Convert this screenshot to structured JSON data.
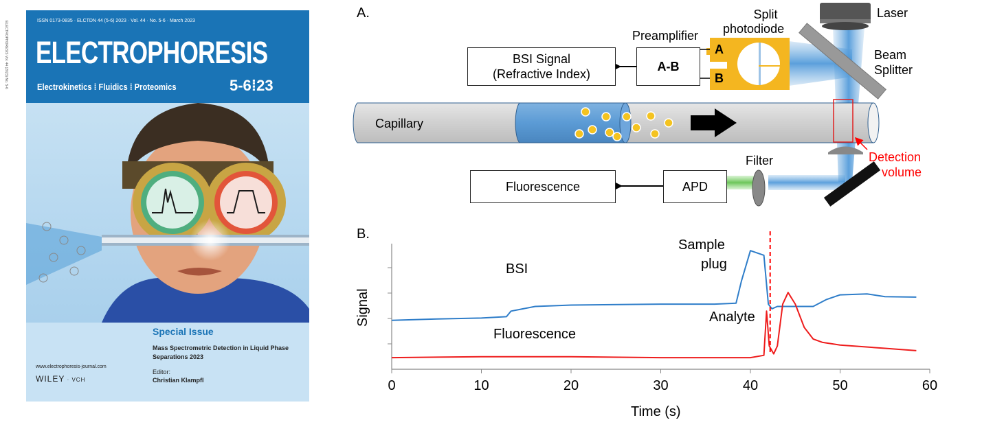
{
  "cover": {
    "issn": "ISSN 0173-0835 · ELCTDN 44 (5-6) 2023 · Vol. 44 · No. 5-6 · March 2023",
    "journal": "ELECTROPHORESIS",
    "topics": "Electrokinetics  ⁞  Fluidics  ⁞  Proteomics",
    "issue": "5-6⁞23",
    "special": "Special Issue",
    "subtitle": "Mass Spectrometric Detection in Liquid Phase Separations 2023",
    "url": "www.electrophoresis-journal.com",
    "publisher": "WILEY",
    "publisher_suffix": "VCH",
    "editor_label": "Editor:",
    "editor": "Christian Klampfl",
    "spine": "ELECTROPHORESIS  Vol. 44 (2023) No. 5-6"
  },
  "panel_a": {
    "label": "A.",
    "laser": "Laser",
    "split_photodiode_1": "Split",
    "split_photodiode_2": "photodiode",
    "preamplifier": "Preamplifier",
    "beam_splitter_1": "Beam",
    "beam_splitter_2": "Splitter",
    "bsi_box_1": "BSI Signal",
    "bsi_box_2": "(Refractive Index)",
    "ab_box": "A-B",
    "diode_a": "A",
    "diode_b": "B",
    "capillary": "Capillary",
    "detection_volume_1": "Detection",
    "detection_volume_2": "volume",
    "filter": "Filter",
    "fluorescence_box": "Fluorescence",
    "apd_box": "APD"
  },
  "panel_b": {
    "label": "B.",
    "ylabel": "Signal",
    "xlabel": "Time (s)",
    "bsi_label": "BSI",
    "sample_plug_1": "Sample",
    "sample_plug_2": "plug",
    "analyte_label": "Analyte",
    "fluorescence_label": "Fluorescence"
  },
  "colors": {
    "cover_blue": "#1a74b6",
    "diode_orange": "#f4b620",
    "capillary_blue": "#5b9bd5",
    "bsi_trace": "#2e7dc9",
    "fluorescence_trace": "#ee1c1c",
    "detection_red": "#ff0000"
  },
  "chart_data": {
    "type": "line",
    "xlabel": "Time (s)",
    "ylabel": "Signal",
    "xlim": [
      0,
      60
    ],
    "xticks": [
      0,
      10,
      20,
      30,
      40,
      50,
      60
    ],
    "marker_line_x": 42.2,
    "series": [
      {
        "name": "BSI",
        "x": [
          0,
          5,
          10,
          12.8,
          13.3,
          16,
          20,
          30,
          36,
          38.4,
          39,
          40,
          41.5,
          42,
          42.4,
          43,
          45,
          47,
          48.5,
          50,
          53,
          55,
          58.5
        ],
        "y": [
          0.75,
          0.78,
          0.8,
          0.83,
          0.95,
          1.05,
          1.08,
          1.1,
          1.1,
          1.12,
          1.6,
          2.25,
          2.15,
          1.1,
          1.0,
          1.05,
          1.05,
          1.05,
          1.2,
          1.3,
          1.32,
          1.26,
          1.25
        ]
      },
      {
        "name": "Fluorescence",
        "x": [
          0,
          10,
          20,
          30,
          40,
          41.5,
          41.8,
          42.1,
          42.6,
          43,
          43.6,
          44.2,
          45,
          46,
          47,
          48,
          50,
          55,
          58.5
        ],
        "y": [
          -0.05,
          -0.03,
          -0.03,
          -0.05,
          -0.05,
          0.0,
          0.95,
          0.2,
          0.03,
          0.2,
          1.1,
          1.35,
          1.1,
          0.6,
          0.35,
          0.28,
          0.22,
          0.15,
          0.1
        ]
      }
    ]
  }
}
